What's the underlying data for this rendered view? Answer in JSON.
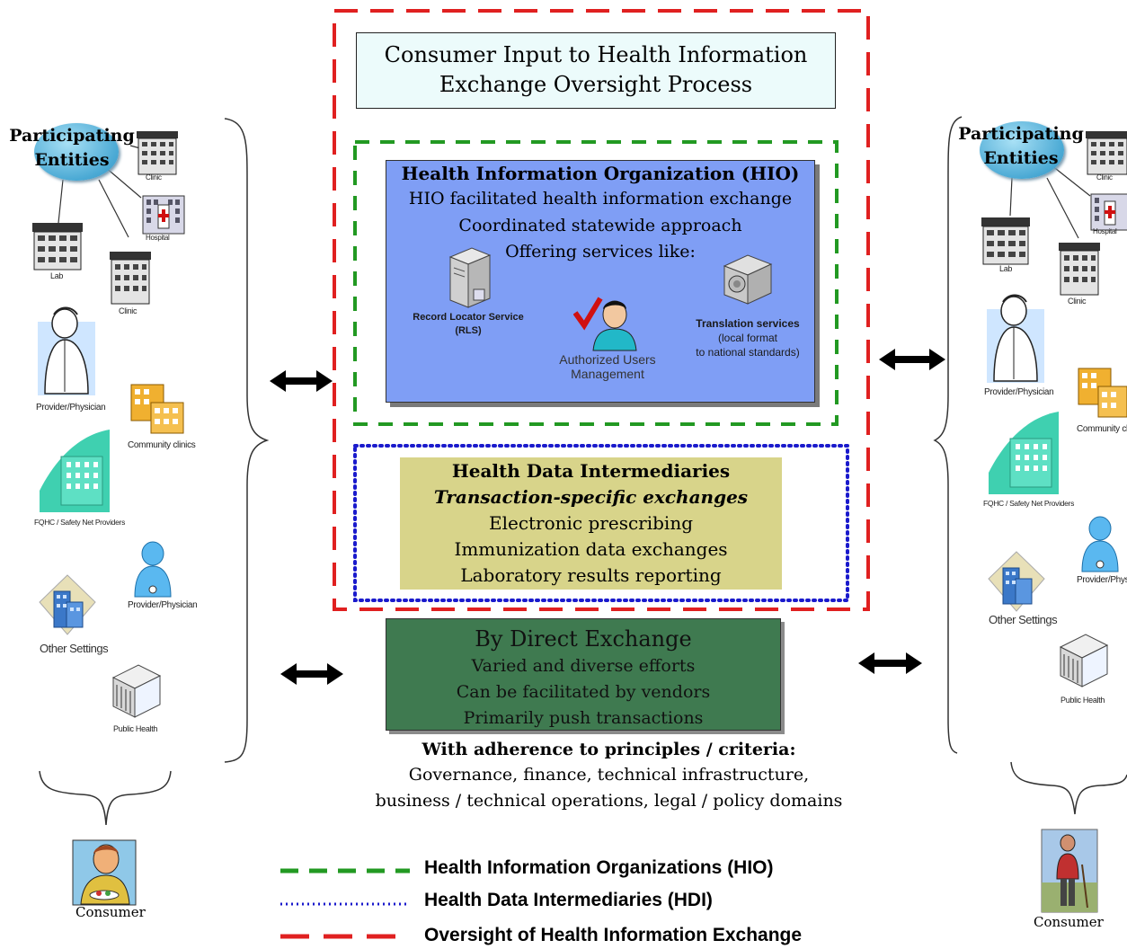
{
  "title_box": {
    "line1": "Consumer Input to Health Information",
    "line2": "Exchange Oversight Process"
  },
  "hio": {
    "heading": "Health Information Organization (HIO)",
    "lines": [
      "HIO facilitated health information exchange",
      "Coordinated statewide approach",
      "Offering services like:"
    ],
    "services": {
      "rls_line1": "Record Locator Service",
      "rls_line2": "(RLS)",
      "auth_line1": "Authorized Users",
      "auth_line2": "Management",
      "trans_line1": "Translation services",
      "trans_line2": "(local format",
      "trans_line3": "to national standards)"
    }
  },
  "hdi": {
    "heading": "Health Data Intermediaries",
    "subheading": "Transaction-specific exchanges",
    "lines": [
      "Electronic prescribing",
      "Immunization data exchanges",
      "Laboratory results reporting"
    ]
  },
  "direct": {
    "heading": "By Direct Exchange",
    "lines": [
      "Varied and diverse efforts",
      "Can be facilitated by vendors",
      "Primarily push transactions"
    ]
  },
  "principles": {
    "heading": "With adherence to principles / criteria:",
    "line1": "Governance, finance, technical infrastructure,",
    "line2": "business / technical operations, legal / policy domains"
  },
  "left_panel": {
    "entities_line1": "Participating",
    "entities_line2": "Entities",
    "labels": {
      "clinic_top": "Clinic",
      "hospital": "Hospital",
      "lab": "Lab",
      "clinic2": "Clinic",
      "provider1": "Provider/Physician",
      "community": "Community clinics",
      "fqhc": "FQHC / Safety Net Providers",
      "provider2": "Provider/Physician",
      "other": "Other Settings",
      "public": "Public Health"
    },
    "consumer": "Consumer"
  },
  "right_panel": {
    "entities_line1": "Participating",
    "entities_line2": "Entities",
    "labels": {
      "clinic_top": "Clinic",
      "hospital": "Hospital",
      "lab": "Lab",
      "clinic2": "Clinic",
      "provider1": "Provider/Physician",
      "community": "Community clinic",
      "fqhc": "FQHC / Safety Net Providers",
      "provider2": "Provider/Physicia",
      "other": "Other Settings",
      "public": "Public Health"
    },
    "consumer": "Consumer"
  },
  "legend": {
    "hio": "Health Information Organizations (HIO)",
    "hdi": "Health Data Intermediaries (HDI)",
    "oversight": "Oversight of Health Information Exchange"
  },
  "colors": {
    "oversight_red": "#e02020",
    "hio_green": "#229922",
    "hdi_blue": "#1a1acc",
    "hio_fill": "#7f9ef5",
    "hdi_fill": "#d8d48a",
    "direct_fill": "#3f7a50"
  }
}
